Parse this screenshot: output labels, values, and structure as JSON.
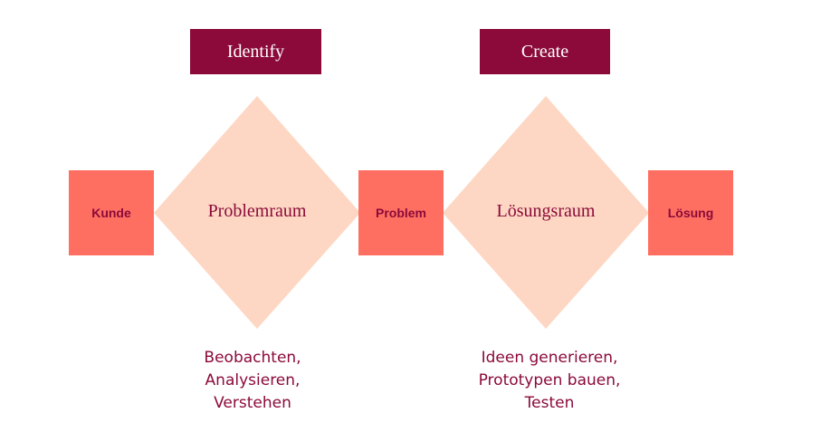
{
  "phases": {
    "identify": "Identify",
    "create": "Create"
  },
  "nodes": {
    "customer": "Kunde",
    "problem": "Problem",
    "solution": "Lösung"
  },
  "spaces": {
    "problem_space": "Problemraum",
    "solution_space": "Lösungsraum"
  },
  "activities": {
    "identify": [
      "Beobachten,",
      "Analysieren,",
      "Verstehen"
    ],
    "create": [
      "Ideen generieren,",
      "Prototypen bauen,",
      "Testen"
    ]
  },
  "colors": {
    "phase_bg": "#8b0a3a",
    "node_bg": "#ff6f61",
    "diamond_fill": "#fdd7c3",
    "text_accent": "#8b0a3a"
  }
}
